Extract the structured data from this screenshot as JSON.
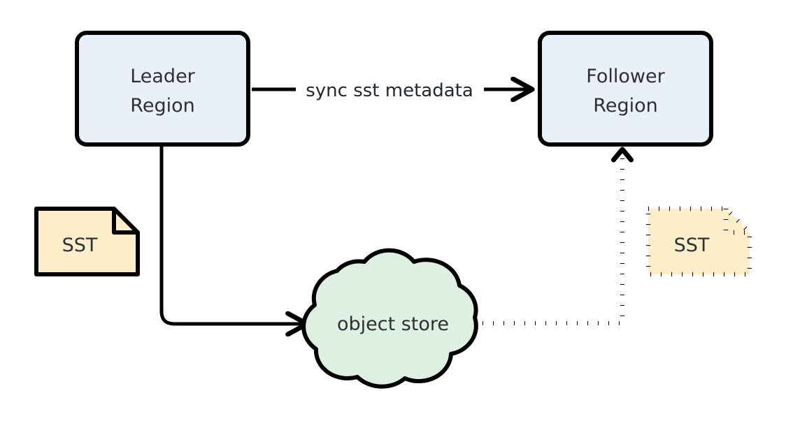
{
  "diagram": {
    "type": "flow-diagram",
    "background_color": "#ffffff",
    "nodes": [
      {
        "id": "leader-region",
        "label_line1": "Leader",
        "label_line2": "Region",
        "shape": "rounded-rectangle",
        "fill": "#eaf0fa",
        "stroke": "#000000"
      },
      {
        "id": "follower-region",
        "label_line1": "Follower",
        "label_line2": "Region",
        "shape": "rounded-rectangle",
        "fill": "#eaf0fa",
        "stroke": "#000000"
      },
      {
        "id": "sst-leader",
        "label": "SST",
        "shape": "document-folded-corner",
        "fill": "#fdeeca",
        "stroke": "#000000",
        "border_style": "solid"
      },
      {
        "id": "sst-follower",
        "label": "SST",
        "shape": "document-folded-corner",
        "fill": "#fdeeca",
        "stroke": "#000000",
        "border_style": "dotted"
      },
      {
        "id": "object-store",
        "label": "object store",
        "shape": "cloud",
        "fill": "#ddf0e1",
        "stroke": "#000000"
      }
    ],
    "edges": [
      {
        "id": "leader-to-follower",
        "from": "leader-region",
        "to": "follower-region",
        "label": "sync sst metadata",
        "style": "solid",
        "arrowhead": "end"
      },
      {
        "id": "leader-to-object-store",
        "from": "leader-region",
        "to": "object-store",
        "label": "",
        "style": "solid",
        "arrowhead": "end"
      },
      {
        "id": "object-store-to-follower",
        "from": "object-store",
        "to": "follower-region",
        "label": "",
        "style": "dotted",
        "arrowhead": "end"
      }
    ]
  }
}
